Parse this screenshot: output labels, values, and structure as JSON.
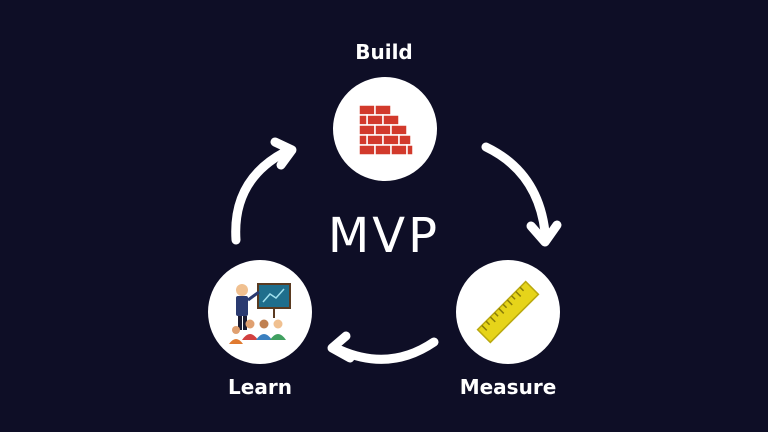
{
  "diagram": {
    "center_label": "MVP",
    "nodes": [
      {
        "label": "Build",
        "icon": "brick-wall-icon"
      },
      {
        "label": "Measure",
        "icon": "ruler-icon"
      },
      {
        "label": "Learn",
        "icon": "teacher-presentation-icon"
      }
    ],
    "cycle_direction": "clockwise"
  },
  "colors": {
    "background": "#0e0e26",
    "circle_fill": "#ffffff",
    "text": "#ffffff",
    "brick": "#d23a2c",
    "ruler": "#e6d41a"
  }
}
